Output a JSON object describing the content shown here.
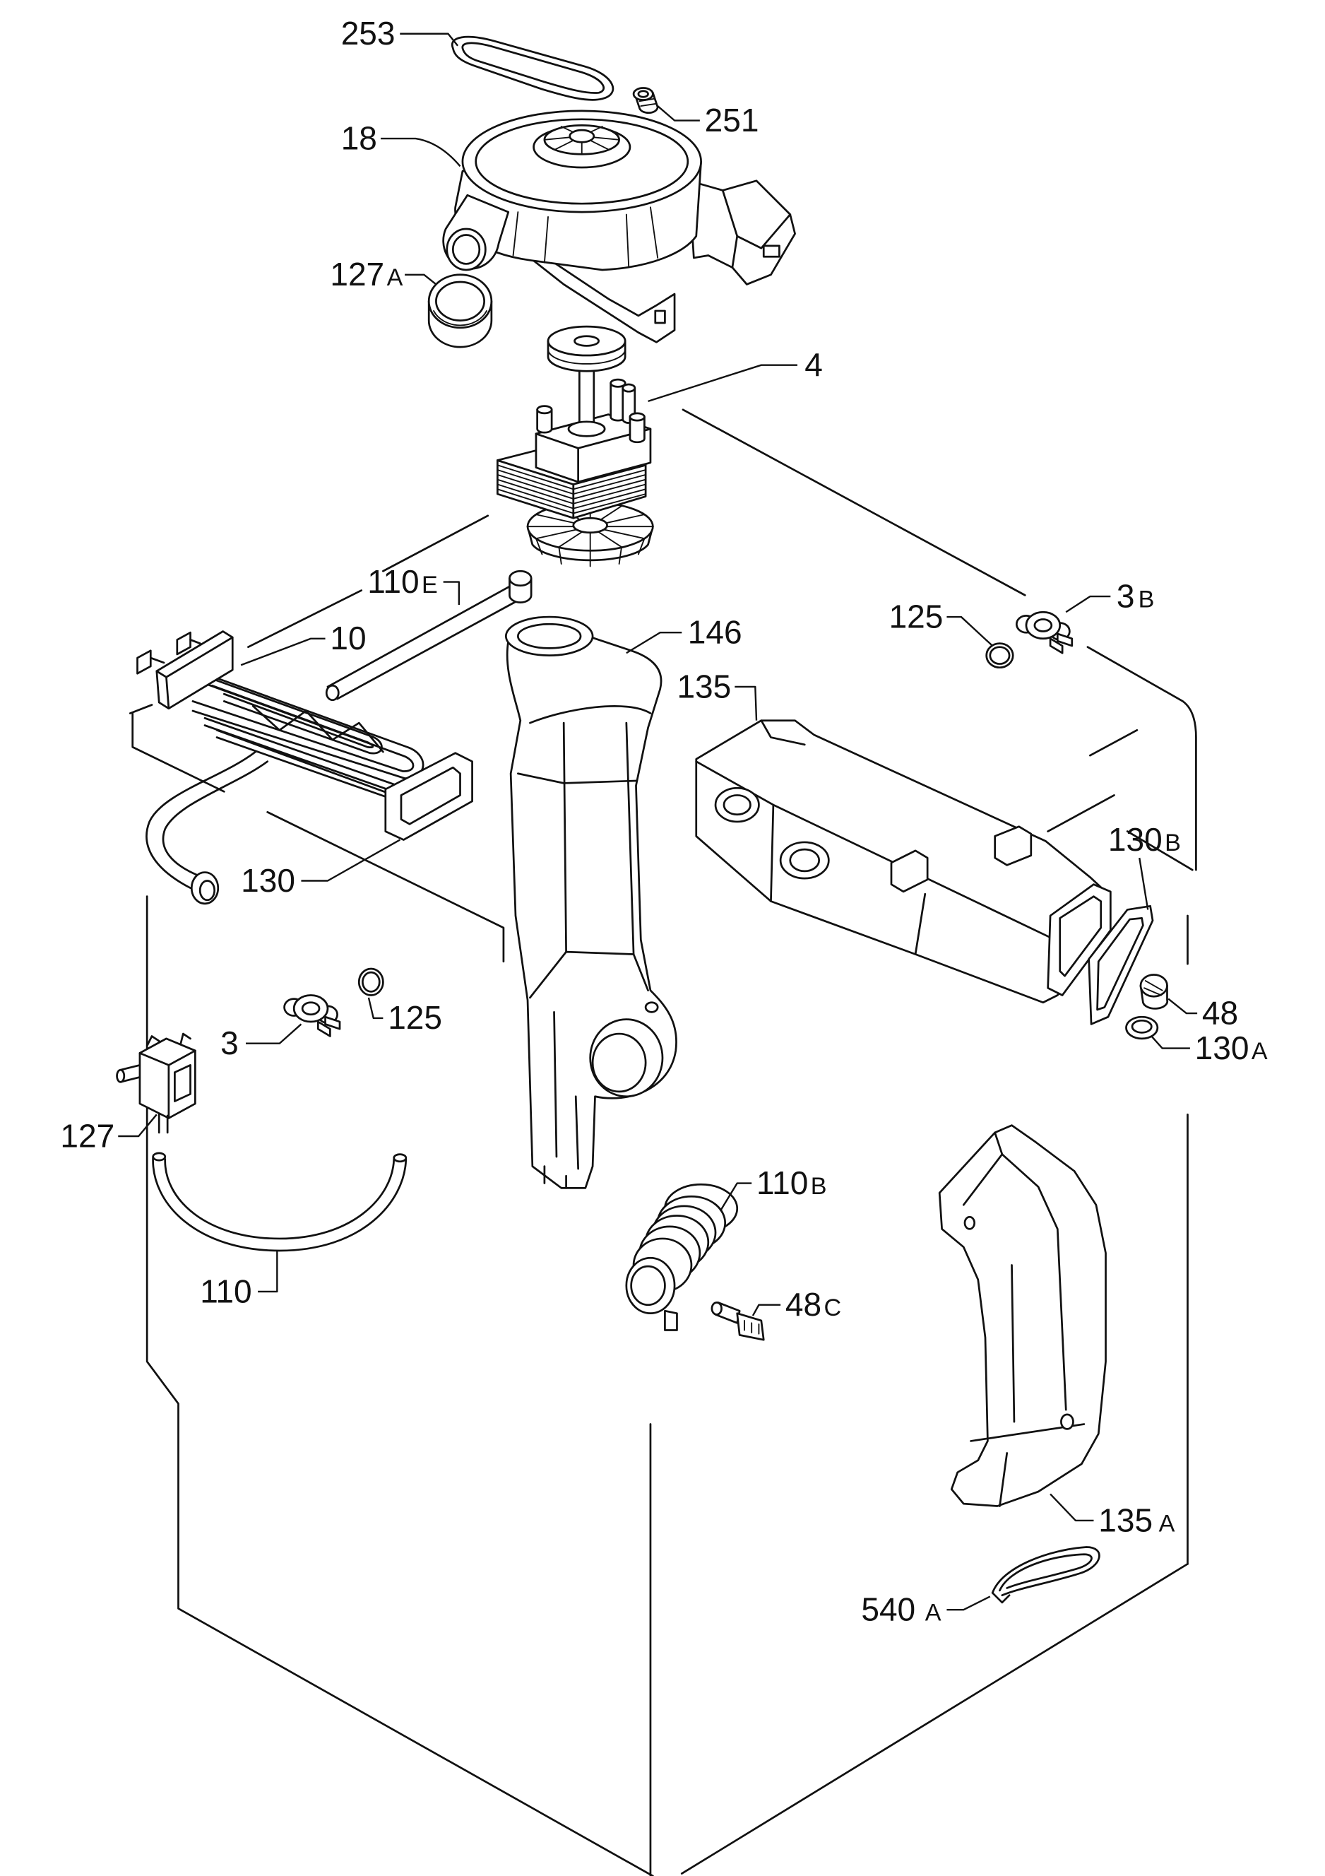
{
  "callouts": [
    {
      "num": "253"
    },
    {
      "num": "251"
    },
    {
      "num": "18"
    },
    {
      "num": "127",
      "suffix": "A"
    },
    {
      "num": "4"
    },
    {
      "num": "110",
      "suffix": "E"
    },
    {
      "num": "10"
    },
    {
      "num": "146"
    },
    {
      "num": "125"
    },
    {
      "num": "3",
      "suffix": "B"
    },
    {
      "num": "135"
    },
    {
      "num": "130"
    },
    {
      "num": "125"
    },
    {
      "num": "3"
    },
    {
      "num": "130",
      "suffix": "B"
    },
    {
      "num": "48"
    },
    {
      "num": "130",
      "suffix": "A"
    },
    {
      "num": "127"
    },
    {
      "num": "110",
      "suffix": "B"
    },
    {
      "num": "48",
      "suffix": "C"
    },
    {
      "num": "110"
    },
    {
      "num": "135",
      "suffix": "A"
    },
    {
      "num": "540",
      "suffix": "A"
    }
  ]
}
